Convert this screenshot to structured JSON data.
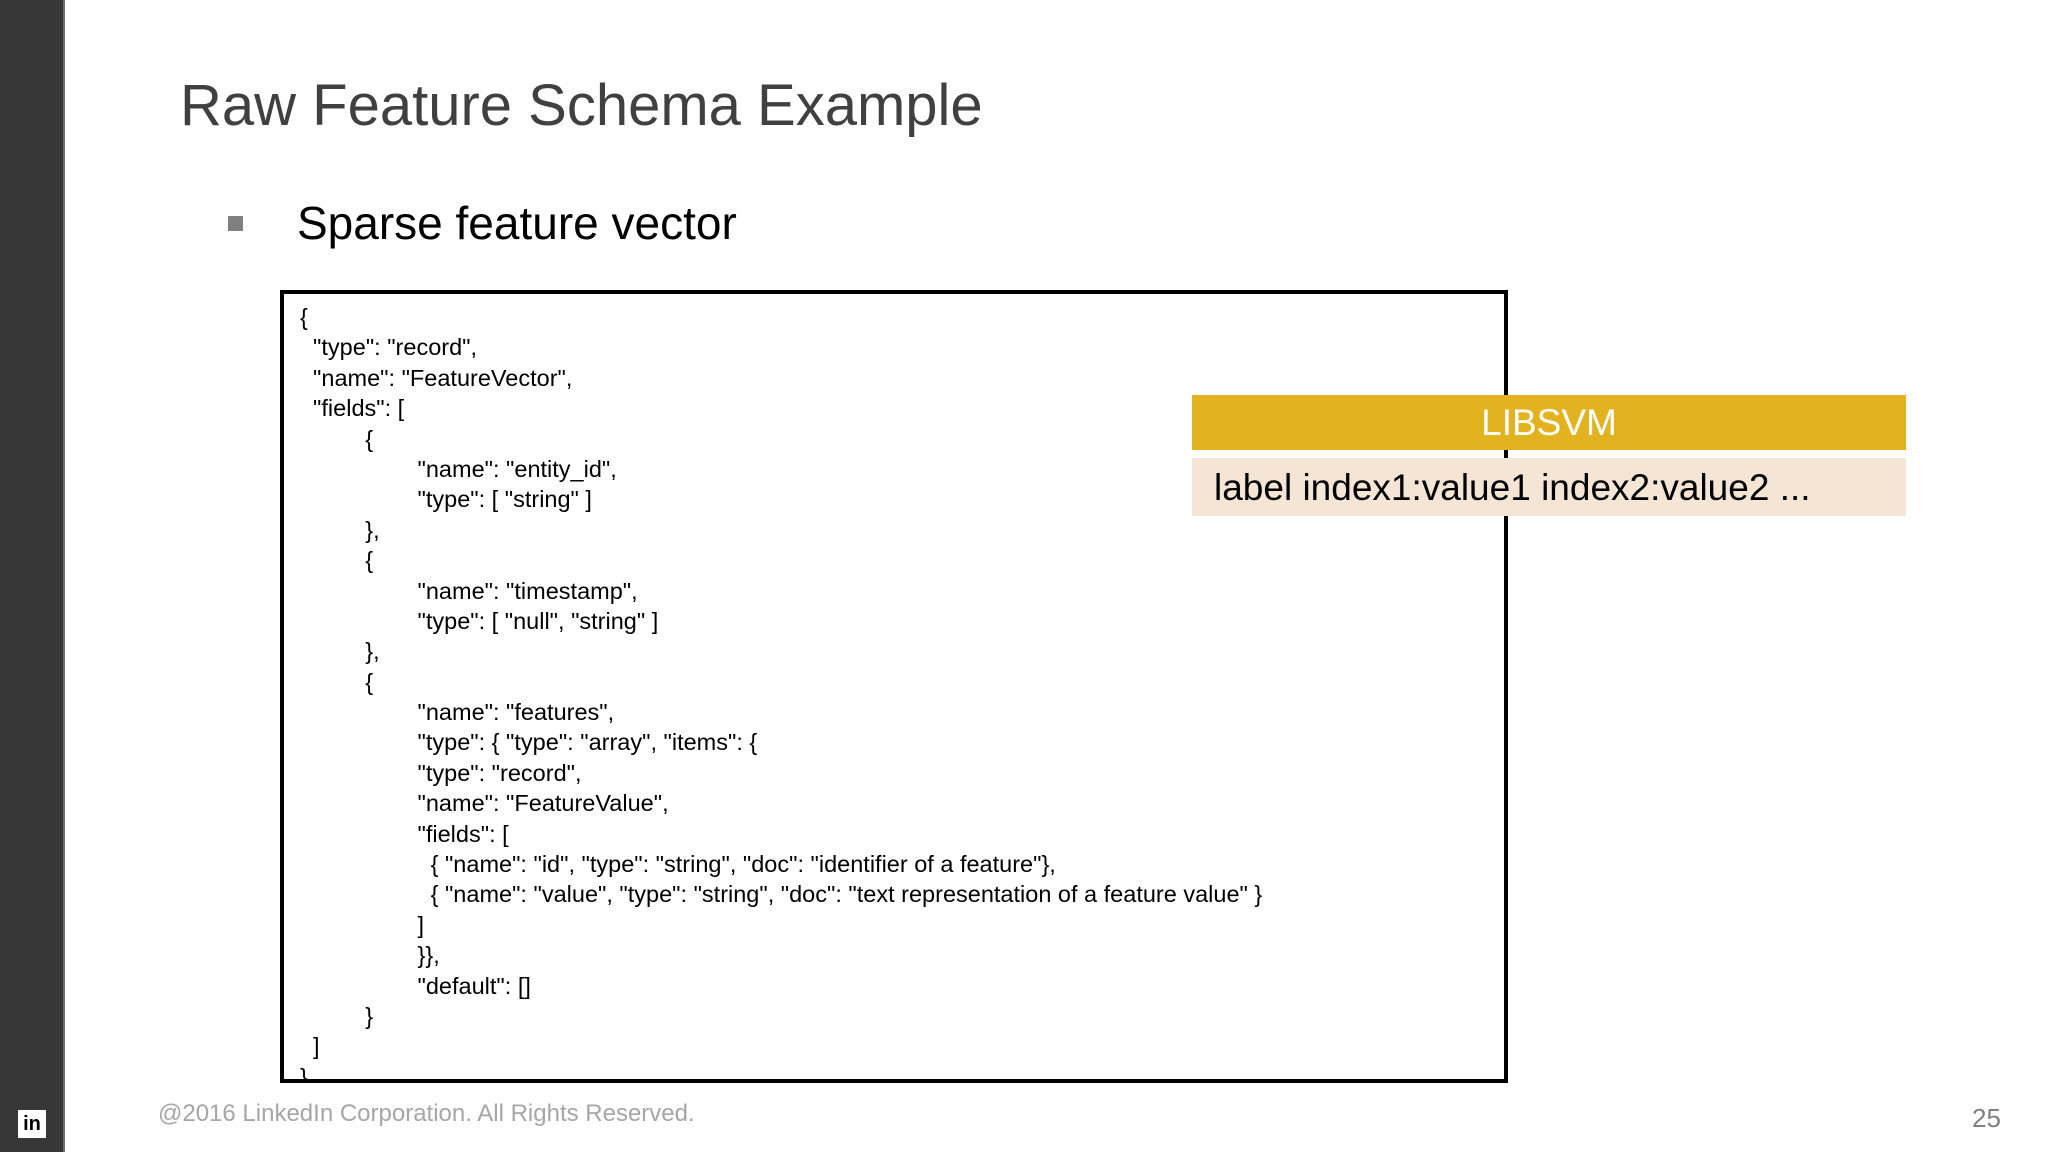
{
  "slide": {
    "title": "Raw Feature Schema Example",
    "page_number": "25",
    "rail_color": "#373737",
    "title_color": "#404040"
  },
  "bullet": {
    "marker": "square-bullet",
    "text": "Sparse feature vector"
  },
  "code_box": {
    "name": "avro-schema-code-block",
    "lines": [
      "{",
      "  \"type\": \"record\",",
      "  \"name\": \"FeatureVector\",",
      "  \"fields\": [",
      "          {",
      "                  \"name\": \"entity_id\",",
      "                  \"type\": [ \"string\" ]",
      "          },",
      "          {",
      "                  \"name\": \"timestamp\",",
      "                  \"type\": [ \"null\", \"string\" ]",
      "          },",
      "          {",
      "                  \"name\": \"features\",",
      "                  \"type\": { \"type\": \"array\", \"items\": {",
      "                  \"type\": \"record\",",
      "                  \"name\": \"FeatureValue\",",
      "                  \"fields\": [",
      "                    { \"name\": \"id\", \"type\": \"string\", \"doc\": \"identifier of a feature\"},",
      "                    { \"name\": \"value\", \"type\": \"string\", \"doc\": \"text representation of a feature value\" }",
      "                  ]",
      "                  }},",
      "                  \"default\": []",
      "          }",
      "  ]",
      "}"
    ]
  },
  "libsvm": {
    "header_label": "LIBSVM",
    "body_text": "label index1:value1 index2:value2 ...",
    "header_color": "#E3B31F",
    "header_text_color": "#FFFFFF",
    "body_color": "#F4E5D4",
    "body_text_color": "#000000"
  },
  "footer": {
    "copyright": "@2016 LinkedIn Corporation. All Rights Reserved.",
    "logo_text": "in"
  }
}
